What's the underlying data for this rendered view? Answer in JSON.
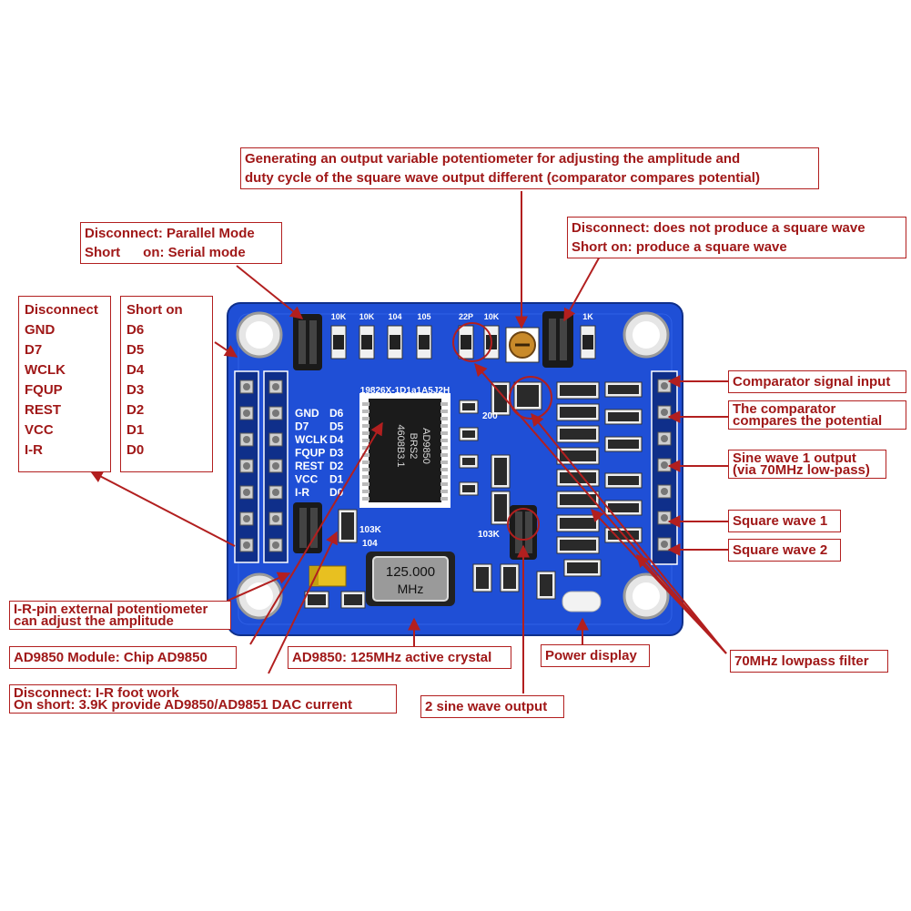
{
  "labels": {
    "potentiometer": [
      "Generating an output variable potentiometer for adjusting the amplitude and",
      "duty cycle of the square wave output different (comparator compares potential)"
    ],
    "mode": [
      "Disconnect: Parallel Mode",
      "Short      on: Serial mode"
    ],
    "square_wave_jumper": [
      "Disconnect: does not produce a square wave",
      "Short on: produce a square wave"
    ],
    "comparator_input": "Comparator signal input",
    "comparator_compares": [
      "The comparator",
      "compares the potential"
    ],
    "sine1": [
      "Sine wave 1 output",
      "(via 70MHz low-pass)"
    ],
    "square1": "Square wave 1",
    "square2": "Square wave 2",
    "lowpass": "70MHz lowpass filter",
    "ir_pot": [
      "I-R-pin external potentiometer",
      "can adjust the amplitude"
    ],
    "module": "AD9850 Module: Chip AD9850",
    "ir_foot": [
      "Disconnect: I-R foot work",
      "On short: 3.9K provide AD9850/AD9851 DAC current"
    ],
    "crystal": "AD9850: 125MHz active crystal",
    "power": "Power display",
    "sine2": "2 sine wave output"
  },
  "pin_table": {
    "disconnect_header": "Disconnect",
    "short_header": "Short on",
    "disconnect": [
      "GND",
      "D7",
      "WCLK",
      "FQUP",
      "REST",
      "VCC",
      "I-R"
    ],
    "short": [
      "D6",
      "D5",
      "D4",
      "D3",
      "D2",
      "D1",
      "D0"
    ]
  },
  "board": {
    "colors": {
      "pcb": "#1f4fd6",
      "pcb_dark": "#1638a8",
      "annotation": "#b21f1f",
      "silk": "#ffffff"
    },
    "silk_left": [
      "GND",
      "D7",
      "WCLK",
      "FQUP",
      "REST",
      "VCC",
      "I-R"
    ],
    "silk_right": [
      "D6",
      "D5",
      "D4",
      "D3",
      "D2",
      "D1",
      "D0"
    ],
    "top_components": [
      "10K",
      "10K",
      "104",
      "105",
      "22P",
      "10K",
      "1K"
    ],
    "chip_lines": [
      "AD9850",
      "BRS2",
      "4608B3.1"
    ],
    "chip_serial": "19826X-1D1a1A5J2H",
    "crystal_lines": [
      "125.000",
      "MHz"
    ],
    "silk_misc": [
      "103K",
      "103K",
      "104",
      "200"
    ]
  }
}
